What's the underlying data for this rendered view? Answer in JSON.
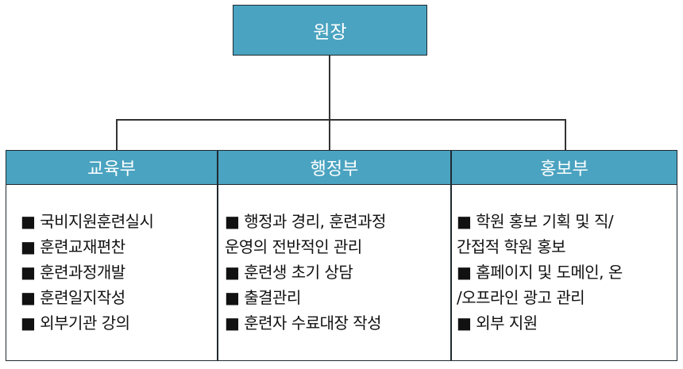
{
  "root": {
    "label": "원장"
  },
  "departments": [
    {
      "name": "교육부",
      "items": [
        "■ 국비지원훈련실시",
        "■ 훈련교재편찬",
        "■ 훈련과정개발",
        "■ 훈련일지작성",
        "■ 외부기관 강의"
      ]
    },
    {
      "name": "행정부",
      "items": [
        "■ 행정과 경리, 훈련과정",
        "운영의 전반적인 관리",
        "■ 훈련생 초기 상담",
        "■ 출결관리",
        "■ 훈련자 수료대장 작성"
      ]
    },
    {
      "name": "홍보부",
      "items": [
        "■ 학원 홍보 기획 및 직/",
        "간접적 학원 홍보",
        "■ 홈페이지 및 도메인, 온",
        "/오프라인 광고 관리",
        "■ 외부 지원"
      ]
    }
  ],
  "colors": {
    "box_fill": "#4aa3c0",
    "border": "#1f2a30",
    "header_text": "#ffffff"
  }
}
